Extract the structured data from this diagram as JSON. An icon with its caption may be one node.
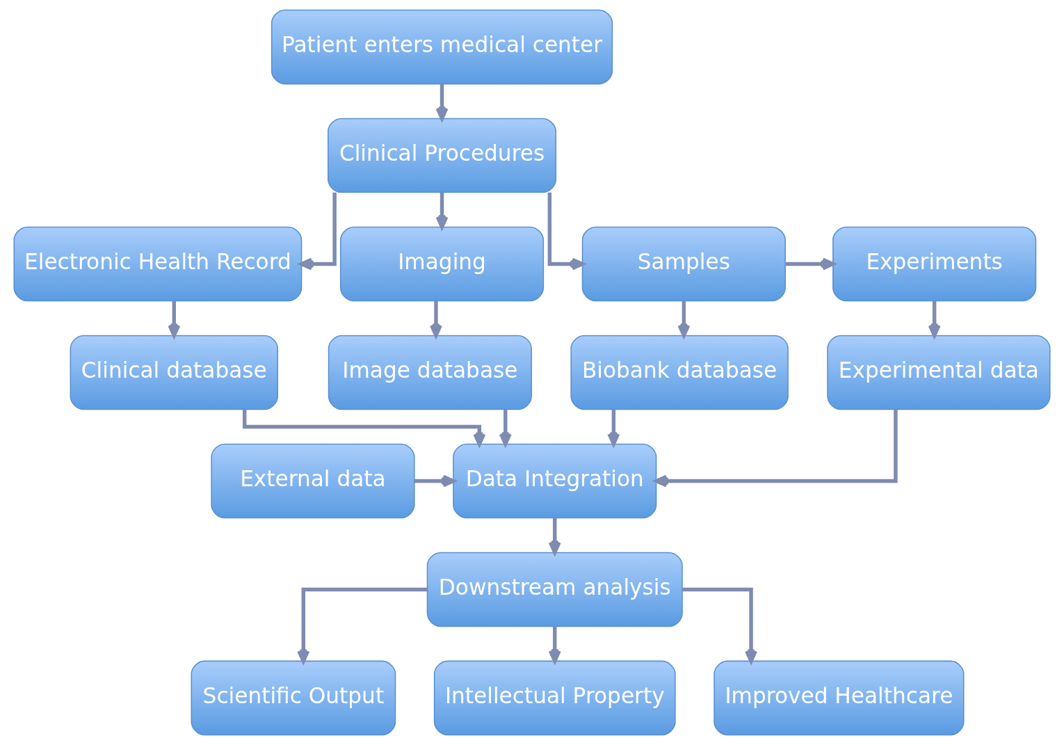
{
  "diagram": {
    "nodes": [
      {
        "text": [
          "Patient enters medical center"
        ]
      },
      {
        "text": [
          "Clinical Procedures"
        ]
      },
      {
        "text": [
          "Electronic Health Record"
        ]
      },
      {
        "text": [
          "Imaging"
        ]
      },
      {
        "text": [
          "Samples"
        ]
      },
      {
        "text": [
          "Experiments"
        ]
      },
      {
        "text": [
          "Clinical database"
        ]
      },
      {
        "text": [
          "Image database"
        ]
      },
      {
        "text": [
          "Biobank database"
        ]
      },
      {
        "text": [
          "Experimental data"
        ]
      },
      {
        "text": [
          "External data"
        ]
      },
      {
        "text": [
          "Data Integration"
        ]
      },
      {
        "text": [
          "Downstream analysis"
        ]
      },
      {
        "text": [
          "Scientific Output"
        ]
      },
      {
        "text": [
          "Intellectual Property"
        ]
      },
      {
        "text": [
          "Improved Healthcare"
        ]
      }
    ],
    "edges": [
      {
        "from": 0,
        "to": 1,
        "arrow": "to"
      },
      {
        "from": 1,
        "to": 2,
        "arrow": "to"
      },
      {
        "from": 1,
        "to": 3,
        "arrow": "to"
      },
      {
        "from": 1,
        "to": 4,
        "arrow": "to"
      },
      {
        "from": 4,
        "to": 5,
        "arrow": "to"
      },
      {
        "from": 2,
        "to": 6,
        "arrow": "to"
      },
      {
        "from": 3,
        "to": 7,
        "arrow": "to"
      },
      {
        "from": 4,
        "to": 8,
        "arrow": "to"
      },
      {
        "from": 5,
        "to": 9,
        "arrow": "to"
      },
      {
        "from": 6,
        "to": 11,
        "arrow": "to"
      },
      {
        "from": 10,
        "to": 11,
        "arrow": "to"
      },
      {
        "from": 7,
        "to": 11,
        "arrow": "to"
      },
      {
        "from": 8,
        "to": 11,
        "arrow": "to"
      },
      {
        "from": 9,
        "to": 11,
        "arrow": "to"
      },
      {
        "from": 11,
        "to": 12,
        "arrow": "to"
      },
      {
        "from": 12,
        "to": 13,
        "arrow": "to"
      },
      {
        "from": 12,
        "to": 14,
        "arrow": "to"
      },
      {
        "from": 12,
        "to": 15,
        "arrow": "to"
      }
    ]
  }
}
